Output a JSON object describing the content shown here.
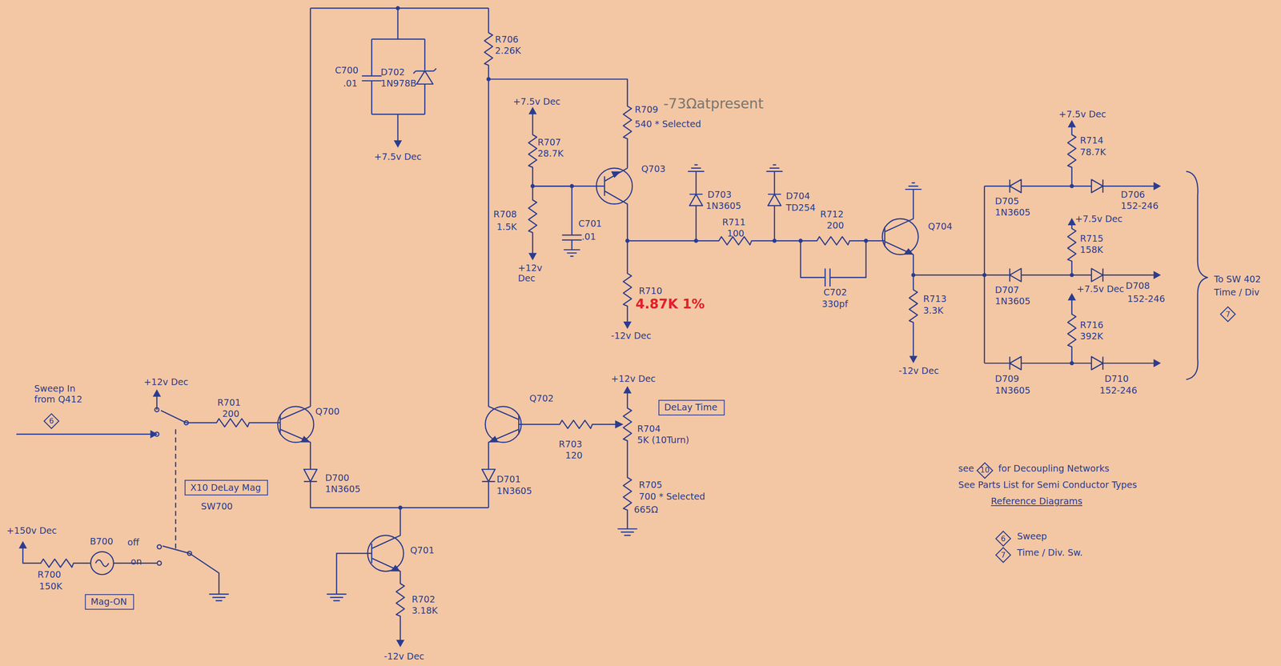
{
  "diagram": {
    "nodes": [
      {
        "text": [
          "7"
        ]
      },
      {
        "text": [
          "DeLay Time"
        ]
      },
      {
        "text": [
          "6"
        ]
      },
      {
        "text": [
          "X10 DeLay Mag"
        ]
      },
      {
        "text": [
          "10"
        ]
      },
      {
        "text": [
          "Mag-ON"
        ]
      },
      {
        "text": [
          "6"
        ]
      },
      {
        "text": [
          "7"
        ]
      }
    ],
    "labels": [
      "R706",
      "2.26K",
      "C700",
      ".01",
      "D702",
      "1N978B",
      "+7.5v Dec",
      "+7.5v Dec",
      "R709",
      "-73Ωatpresent",
      "540 * Selected",
      "R707",
      "28.7K",
      "R708",
      "1.5K",
      "+12v Dec",
      "C701",
      ".01",
      "Q703",
      "D703",
      "1N3605",
      "D704",
      "TD254",
      "R711",
      "100",
      "R712",
      "200",
      "C702",
      "330pf",
      "Q704",
      "R710",
      "4.87K 1%",
      "-12v Dec",
      "R713",
      "3.3K",
      "-12v Dec",
      "+7.5v Dec",
      "R714",
      "78.7K",
      "D705",
      "1N3605",
      "D706",
      "152-246",
      "+7.5v Dec",
      "R715",
      "158K",
      "D707",
      "1N3605",
      "+7.5v Dec",
      "D708",
      "152-246",
      "R716",
      "392K",
      "D709",
      "1N3605",
      "D710",
      "152-246",
      "To SW 402",
      "Time / Div",
      "Sweep In from Q412",
      "+12v Dec",
      "R701",
      "200",
      "Q700",
      "Q702",
      "+12v Dec",
      "R704",
      "5K (10Turn)",
      "R703",
      "120",
      "R705",
      "700 * Selected",
      "665Ω",
      "D700",
      "1N3605",
      "D701",
      "1N3605",
      "SW700",
      "+150v Dec",
      "R700",
      "150K",
      "B700",
      "off",
      "on",
      "Q701",
      "R702",
      "3.18K",
      "-12v Dec",
      "see",
      "for Decoupling Networks",
      "See Parts List for Semi Conductor Types",
      "Reference Diagrams",
      "Sweep",
      "Time / Div. Sw."
    ]
  }
}
